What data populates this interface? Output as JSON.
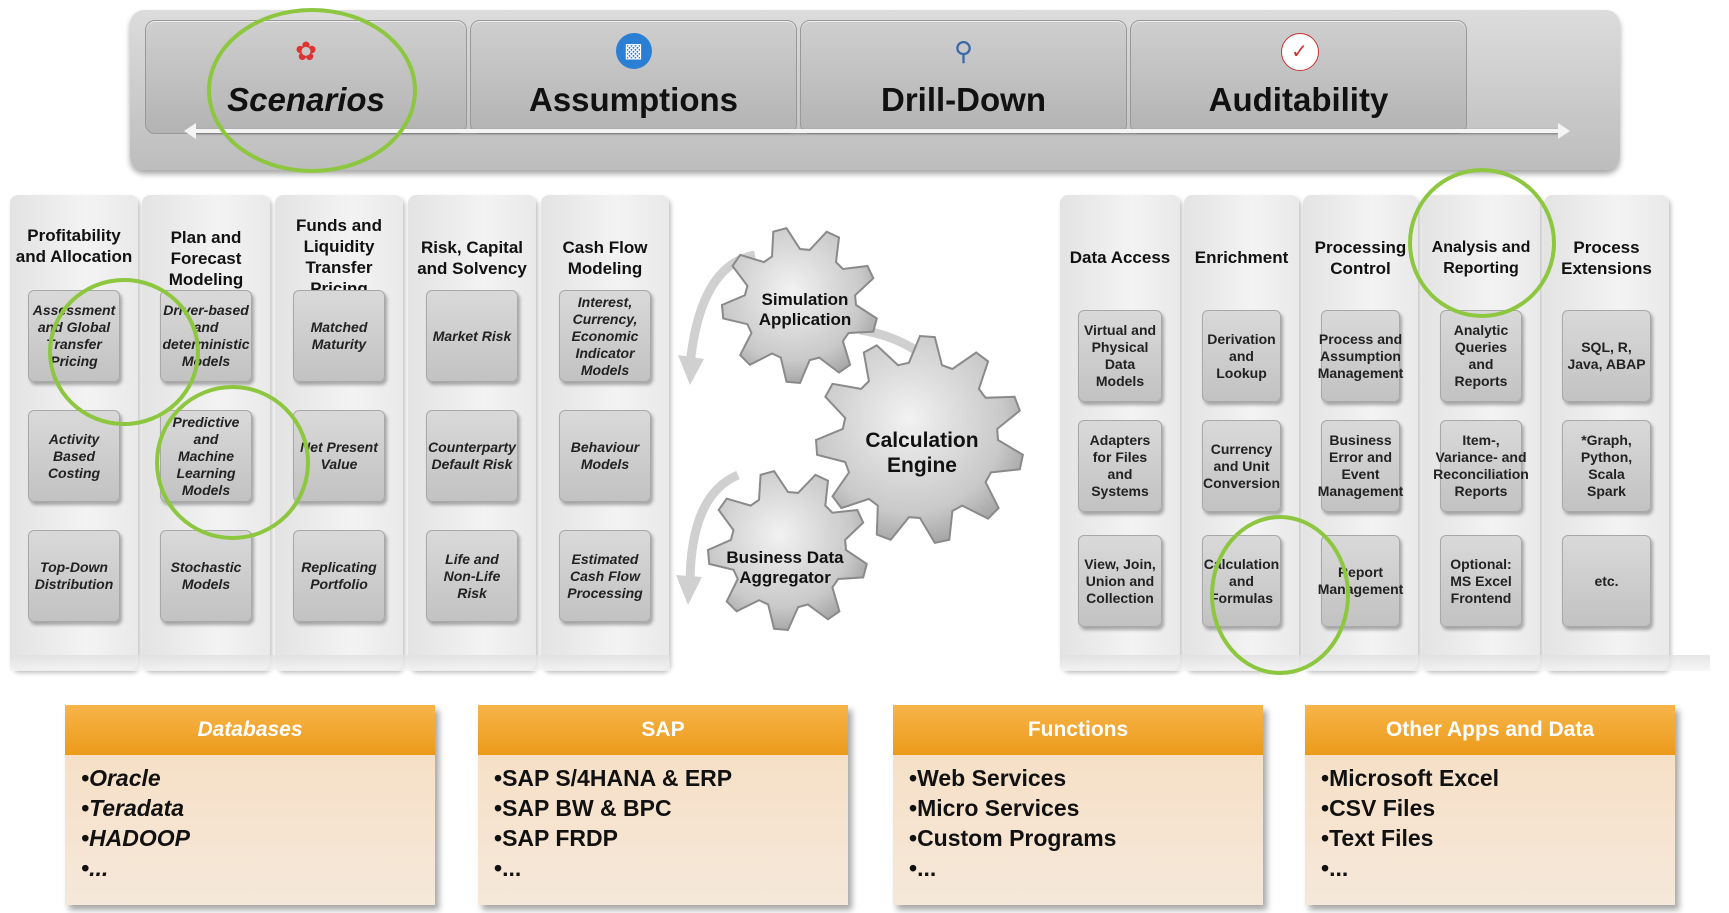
{
  "tabs": [
    {
      "label": "Scenarios",
      "icon": "colorful-flower-icon"
    },
    {
      "label": "Assumptions",
      "icon": "blue-globe-computer-icon"
    },
    {
      "label": "Drill-Down",
      "icon": "magnifier-icon"
    },
    {
      "label": "Auditability",
      "icon": "checklist-paper-icon"
    }
  ],
  "left_columns": [
    {
      "title": "Profitability and Allocation",
      "cells": [
        "Assessment and Global Transfer Pricing",
        "Activity Based Costing",
        "Top-Down Distribution"
      ]
    },
    {
      "title": "Plan and Forecast Modeling",
      "cells": [
        "Driver-based and deterministic Models",
        "Predictive and Machine Learning Models",
        "Stochastic Models"
      ]
    },
    {
      "title": "Funds and Liquidity Transfer Pricing",
      "cells": [
        "Matched Maturity",
        "Net Present Value",
        "Replicating Portfolio"
      ]
    },
    {
      "title": "Risk, Capital and Solvency",
      "cells": [
        "Market Risk",
        "Counterparty Default Risk",
        "Life and Non-Life Risk"
      ]
    },
    {
      "title": "Cash Flow Modeling",
      "cells": [
        "Interest, Currency, Economic Indicator Models",
        "Behaviour Models",
        "Estimated Cash Flow Processing"
      ]
    }
  ],
  "right_columns": [
    {
      "title": "Data Access",
      "cells": [
        "Virtual and Physical Data Models",
        "Adapters for Files and Systems",
        "View, Join, Union and Collection"
      ]
    },
    {
      "title": "Enrichment",
      "cells": [
        "Derivation and Lookup",
        "Currency and Unit Conversion",
        "Calculation and Formulas"
      ]
    },
    {
      "title": "Processing Control",
      "cells": [
        "Process and Assumption Management",
        "Business Error and Event Management",
        "Report Management"
      ]
    },
    {
      "title": "Analysis and Reporting",
      "cells": [
        "Analytic Queries and Reports",
        "Item-, Variance- and Reconciliation Reports",
        "Optional: MS Excel Frontend"
      ]
    },
    {
      "title": "Process Extensions",
      "cells": [
        "SQL, R, Java, ABAP",
        "*Graph, Python, Scala Spark",
        "etc."
      ]
    }
  ],
  "gears": {
    "simulation": "Simulation Application",
    "calculation": "Calculation Engine",
    "aggregator": "Business Data Aggregator"
  },
  "sources": [
    {
      "title": "Databases",
      "items": [
        "Oracle",
        "Teradata",
        "HADOOP",
        "..."
      ]
    },
    {
      "title": "SAP",
      "items": [
        "SAP S/4HANA & ERP",
        "SAP BW & BPC",
        "SAP FRDP",
        "..."
      ]
    },
    {
      "title": "Functions",
      "items": [
        "Web Services",
        "Micro Services",
        "Custom Programs",
        "..."
      ]
    },
    {
      "title": "Other Apps and Data",
      "items": [
        "Microsoft Excel",
        "CSV Files",
        "Text Files",
        "..."
      ]
    }
  ],
  "colors": {
    "highlight": "#8dc63f",
    "source_header": "#f0a12a"
  }
}
